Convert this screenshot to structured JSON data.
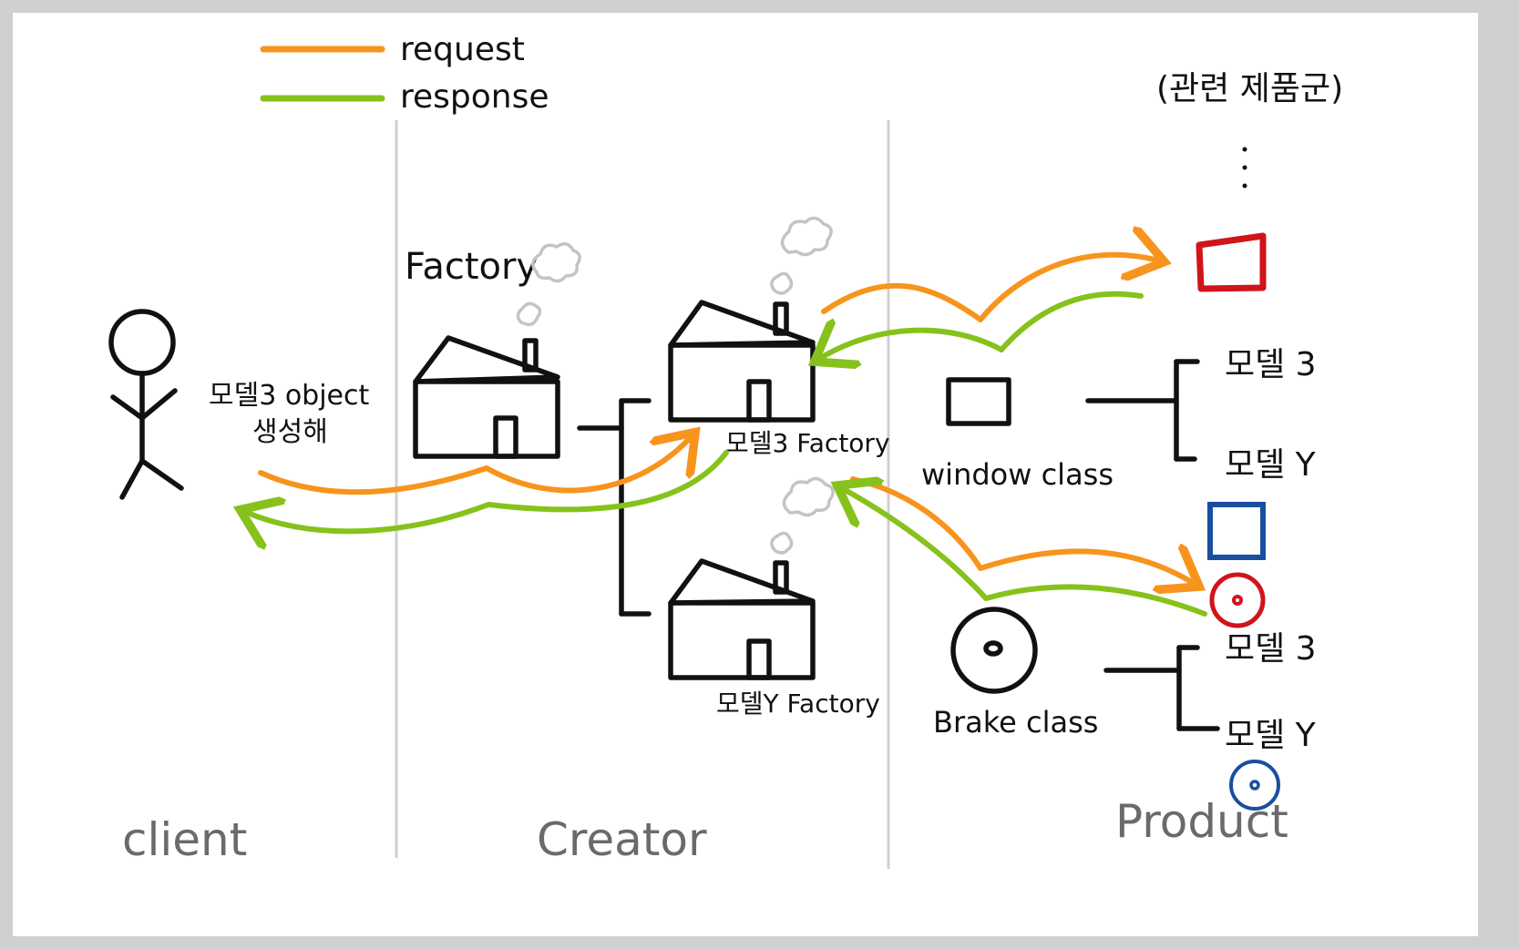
{
  "legend": {
    "request_label": "request",
    "response_label": "response",
    "request_color": "#f7941d",
    "response_color": "#86c21b"
  },
  "columns": {
    "client": "client",
    "creator": "Creator",
    "product": "Product"
  },
  "client": {
    "speech_line1": "모델3 object",
    "speech_line2": "생성해"
  },
  "creator": {
    "factory_label": "Factory",
    "model3_factory_label": "모델3 Factory",
    "modely_factory_label": "모델Y Factory"
  },
  "product": {
    "group_label": "(관련 제품군)",
    "ellipsis": "⋮",
    "window_class_label": "window class",
    "brake_class_label": "Brake class",
    "window_sub1": "모델 3",
    "window_sub2": "모델 Y",
    "brake_sub1": "모델 3",
    "brake_sub2": "모델 Y",
    "model3_color": "#d0141b",
    "modely_color": "#1a4fa0"
  },
  "icons": [
    "stick-figure-icon",
    "factory-icon",
    "smoke-icon",
    "window-icon",
    "brake-icon"
  ]
}
